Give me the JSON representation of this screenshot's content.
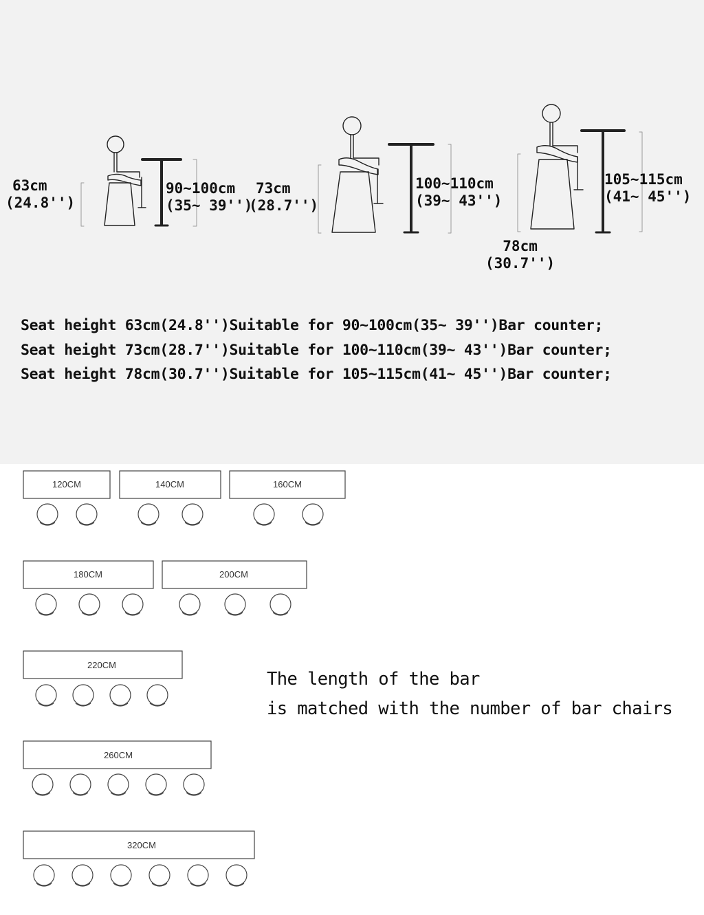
{
  "stools": [
    {
      "seat_cm": "63cm",
      "seat_in": "(24.8'')",
      "counter_cm": "90~100cm",
      "counter_in": "(35~ 39'')"
    },
    {
      "seat_cm": "73cm",
      "seat_in": "(28.7'')",
      "counter_cm": "100~110cm",
      "counter_in": "(39~ 43'')"
    },
    {
      "seat_cm": "78cm",
      "seat_in": "(30.7'')",
      "counter_cm": "105~115cm",
      "counter_in": "(41~ 45'')"
    }
  ],
  "seat_lines": [
    "Seat height 63cm(24.8'')Suitable for 90~100cm(35~ 39'')Bar counter;",
    "Seat height 73cm(28.7'')Suitable for 100~110cm(39~ 43'')Bar counter;",
    "Seat height 78cm(30.7'')Suitable for 105~115cm(41~ 45'')Bar counter;"
  ],
  "bars": [
    {
      "label": "120CM",
      "chairs": 2
    },
    {
      "label": "140CM",
      "chairs": 2
    },
    {
      "label": "160CM",
      "chairs": 2
    },
    {
      "label": "180CM",
      "chairs": 3
    },
    {
      "label": "200CM",
      "chairs": 3
    },
    {
      "label": "220CM",
      "chairs": 4
    },
    {
      "label": "260CM",
      "chairs": 5
    },
    {
      "label": "320CM",
      "chairs": 6
    }
  ],
  "note": {
    "line1": "The length of the bar",
    "line2": "is matched with the number of bar chairs"
  }
}
